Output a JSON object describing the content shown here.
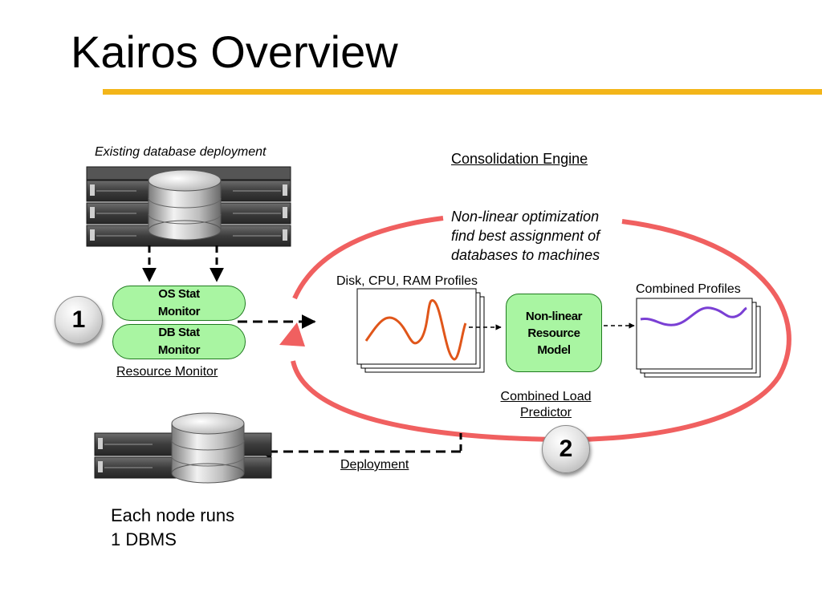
{
  "slide": {
    "title": "Kairos Overview",
    "accent_color": "#f3b519"
  },
  "diagram": {
    "existing_label": "Existing database deployment",
    "engine_label": "Consolidation Engine",
    "optimization_text": [
      "Non-linear optimization",
      "find best assignment of",
      "databases to machines"
    ],
    "profiles_label": "Disk, CPU, RAM  Profiles",
    "combined_profiles_label": "Combined  Profiles",
    "os_stat_monitor": "OS Stat Monitor",
    "db_stat_monitor": "DB Stat Monitor",
    "resource_monitor_label": "Resource Monitor",
    "model_label": "Non-linear Resource Model",
    "predictor_label": [
      "Combined Load",
      "Predictor"
    ],
    "deployment_label": "Deployment",
    "step_1": "1",
    "step_2": "2",
    "node_note": [
      "Each node runs",
      "1 DBMS"
    ],
    "colors": {
      "loop": "#f06060",
      "monitor_fill": "#a9f5a2",
      "profile_curve": "#e0561a",
      "combined_curve": "#7a3fd4"
    },
    "icons": [
      "server-rack-icon",
      "database-cylinder-icon"
    ]
  }
}
